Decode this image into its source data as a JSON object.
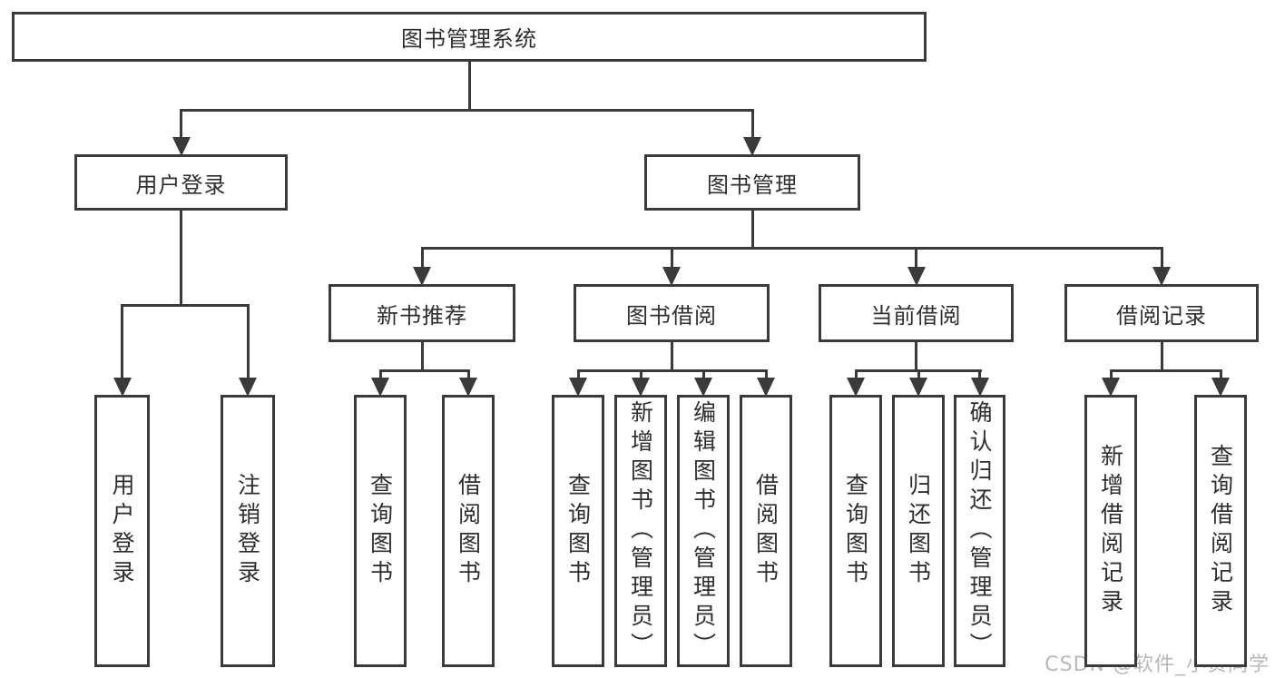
{
  "diagram_title": "图书管理系统",
  "colors": {
    "line": "#3a3a3a",
    "text": "#2e2e2e",
    "watermark_text": "#b8b8b8",
    "background": "#ffffff"
  },
  "nodes": [
    {
      "id": "root",
      "label": "图书管理系统",
      "orientation": "h"
    },
    {
      "id": "user-login",
      "label": "用户登录",
      "orientation": "h"
    },
    {
      "id": "book-management",
      "label": "图书管理",
      "orientation": "h"
    },
    {
      "id": "new-book-recommend",
      "label": "新书推荐",
      "orientation": "h"
    },
    {
      "id": "book-borrowing",
      "label": "图书借阅",
      "orientation": "h"
    },
    {
      "id": "current-borrowing",
      "label": "当前借阅",
      "orientation": "h"
    },
    {
      "id": "borrowing-records",
      "label": "借阅记录",
      "orientation": "h"
    },
    {
      "id": "leaf-user-login",
      "label": "用户登录",
      "orientation": "v"
    },
    {
      "id": "leaf-logout",
      "label": "注销登录",
      "orientation": "v"
    },
    {
      "id": "leaf-query-books-1",
      "label": "查询图书",
      "orientation": "v"
    },
    {
      "id": "leaf-borrow-books-1",
      "label": "借阅图书",
      "orientation": "v"
    },
    {
      "id": "leaf-query-books-2",
      "label": "查询图书",
      "orientation": "v"
    },
    {
      "id": "leaf-add-books",
      "label": "新增图书（管理员）",
      "orientation": "v"
    },
    {
      "id": "leaf-edit-books",
      "label": "编辑图书（管理员）",
      "orientation": "v"
    },
    {
      "id": "leaf-borrow-books-2",
      "label": "借阅图书",
      "orientation": "v"
    },
    {
      "id": "leaf-query-books-3",
      "label": "查询图书",
      "orientation": "v"
    },
    {
      "id": "leaf-return-books",
      "label": "归还图书",
      "orientation": "v"
    },
    {
      "id": "leaf-confirm-return",
      "label": "确认归还（管理员）",
      "orientation": "v"
    },
    {
      "id": "leaf-add-borrow-record",
      "label": "新增借阅记录",
      "orientation": "v"
    },
    {
      "id": "leaf-query-borrow-record",
      "label": "查询借阅记录",
      "orientation": "v"
    }
  ],
  "edges": [
    {
      "parent": "root",
      "children": [
        "user-login",
        "book-management"
      ]
    },
    {
      "parent": "user-login",
      "children": [
        "leaf-user-login",
        "leaf-logout"
      ]
    },
    {
      "parent": "book-management",
      "children": [
        "new-book-recommend",
        "book-borrowing",
        "current-borrowing",
        "borrowing-records"
      ]
    },
    {
      "parent": "new-book-recommend",
      "children": [
        "leaf-query-books-1",
        "leaf-borrow-books-1"
      ]
    },
    {
      "parent": "book-borrowing",
      "children": [
        "leaf-query-books-2",
        "leaf-add-books",
        "leaf-edit-books",
        "leaf-borrow-books-2"
      ]
    },
    {
      "parent": "current-borrowing",
      "children": [
        "leaf-query-books-3",
        "leaf-return-books",
        "leaf-confirm-return"
      ]
    },
    {
      "parent": "borrowing-records",
      "children": [
        "leaf-add-borrow-record",
        "leaf-query-borrow-record"
      ]
    }
  ],
  "watermark": "CSDN @软件_小贺同学"
}
